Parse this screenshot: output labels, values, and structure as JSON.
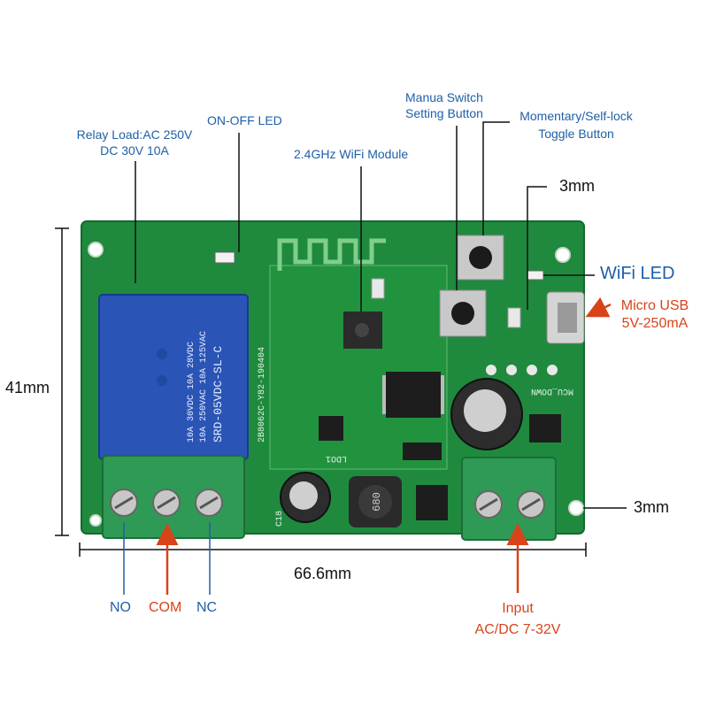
{
  "labels": {
    "relay_load_line1": "Relay Load:AC 250V",
    "relay_load_line2": "DC 30V 10A",
    "on_off_led": "ON-OFF LED",
    "wifi_module": "2.4GHz WiFi Module",
    "manual_switch_line1": "Manua Switch",
    "manual_switch_line2": "Setting Button",
    "momentary_line1": "Momentary/Self-lock",
    "momentary_line2": "Toggle Button",
    "hole_3mm_top": "3mm",
    "wifi_led": "WiFi LED",
    "micro_usb_line1": "Micro USB",
    "micro_usb_line2": "5V-250mA",
    "height": "41mm",
    "hole_3mm_side": "3mm",
    "width": "66.6mm",
    "no": "NO",
    "com": "COM",
    "nc": "NC",
    "input_line1": "Input",
    "input_line2": "AC/DC 7-32V"
  },
  "relay_print": {
    "line1": "SRD-05VDC-SL-C",
    "line2": "10A 250VAC 10A 125VAC",
    "line3": "10A 30VDC 10A 28VDC"
  },
  "silkscreen": {
    "board_id": "2B8062C-Y82-190404",
    "inductor": "680",
    "mcu_down": "MCU_DOWN",
    "c18": "C18",
    "ldo1": "LDO1"
  },
  "colors": {
    "pcb": "#1f8a3e",
    "relay": "#2a54b6",
    "terminal": "#2f9a55",
    "callout_blue": "#1f5fa8",
    "callout_red": "#d9431a"
  }
}
